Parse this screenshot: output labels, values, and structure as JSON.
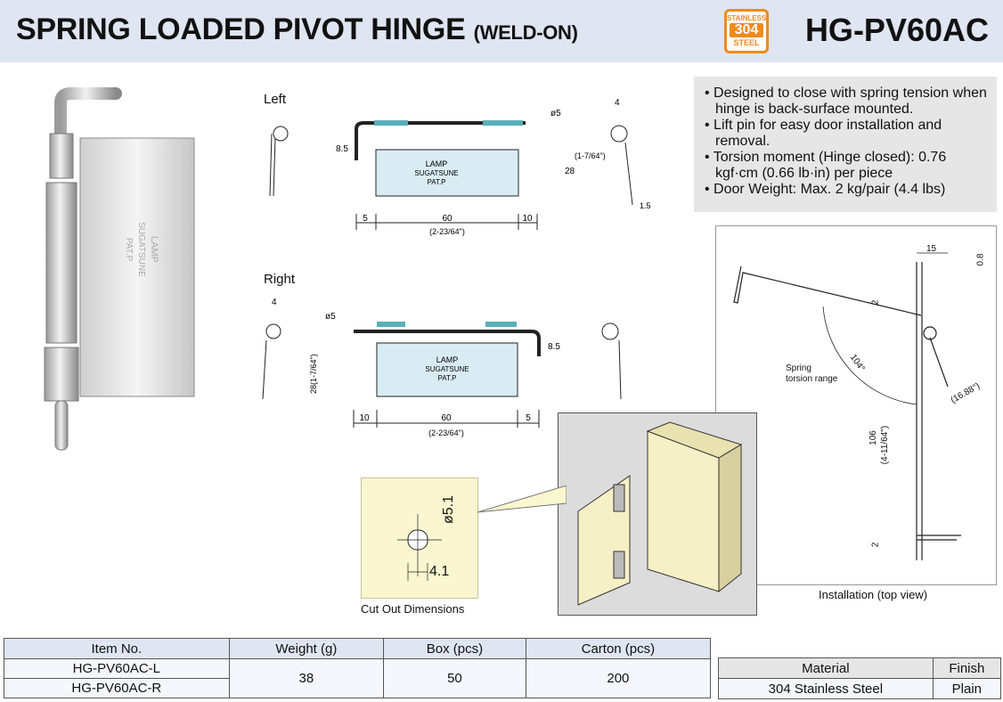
{
  "header": {
    "title": "SPRING LOADED PIVOT HINGE",
    "title_suffix": "(WELD-ON)",
    "model": "HG-PV60AC",
    "badge": {
      "line1": "STAINLESS",
      "line2": "304",
      "line3": "STEEL"
    }
  },
  "features": [
    "Designed to close with spring tension when hinge is back-surface mounted.",
    "Lift pin for easy door installation and removal.",
    "Torsion moment (Hinge closed): 0.76 kgf·cm (0.66 lb·in) per piece",
    "Door Weight: Max. 2 kg/pair (4.4 lbs)"
  ],
  "drawings": {
    "left_label": "Left",
    "right_label": "Right",
    "plate_text": {
      "brand": "LAMP",
      "maker": "SUGATSUNE",
      "pat": "PAT.P"
    },
    "left_dims": {
      "d8_5": "8.5",
      "d5": "5",
      "d60": "60",
      "d10": "10",
      "d60_in": "(2-23/64\")",
      "d28": "28",
      "d28_in": "(1-7/64\")",
      "dia5": "ø5",
      "d4": "4",
      "d1_5": "1.5"
    },
    "right_dims": {
      "d4": "4",
      "dia5": "ø5",
      "d28": "28(1-7/64\")",
      "d8_5": "8.5",
      "d10": "10",
      "d60": "60",
      "d5": "5",
      "d60_in": "(2-23/64\")"
    },
    "photo_text": {
      "brand": "LAMP",
      "maker": "SUGATSUNE",
      "pat": "PAT.P"
    }
  },
  "cutout": {
    "caption": "Cut Out Dimensions",
    "dia": "ø5.1",
    "width": "4.1"
  },
  "installation": {
    "caption": "Installation (top view)",
    "d15": "15",
    "d0_8": "0.8",
    "d2_top": "2",
    "angle": "104°",
    "angle2": "(16.88°)",
    "spring_label_1": "Spring",
    "spring_label_2": "torsion range",
    "d106": "106",
    "d106_in": "(4-11/64\")",
    "d2_bottom": "2"
  },
  "spec_table": {
    "headers": [
      "Item No.",
      "Weight (g)",
      "Box (pcs)",
      "Carton (pcs)"
    ],
    "items": [
      "HG-PV60AC-L",
      "HG-PV60AC-R"
    ],
    "weight": "38",
    "box": "50",
    "carton": "200"
  },
  "material_table": {
    "headers": [
      "Material",
      "Finish"
    ],
    "material": "304 Stainless Steel",
    "finish": "Plain"
  },
  "colors": {
    "header_bg": "#dfe5f1",
    "badge_orange": "#f08a1c",
    "plate_blue": "#d9ecf4",
    "pin_teal": "#5ab0b8"
  }
}
